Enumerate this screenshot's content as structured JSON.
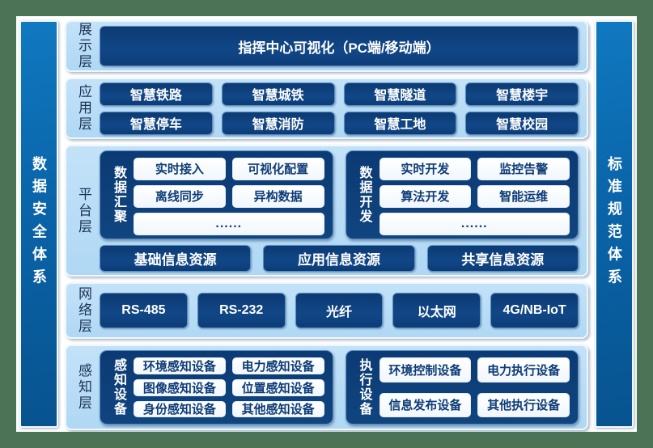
{
  "pillars": {
    "left": "数据安全体系",
    "right": "标准规范体系"
  },
  "layers": {
    "display": {
      "label": "展示层",
      "box": "指挥中心可视化（PC端/移动端）"
    },
    "application": {
      "label": "应用层",
      "items": [
        "智慧铁路",
        "智慧城铁",
        "智慧隧道",
        "智慧楼宇",
        "智慧停车",
        "智慧消防",
        "智慧工地",
        "智慧校园"
      ]
    },
    "platform": {
      "label": "平台层",
      "groups": [
        {
          "label": "数据汇聚",
          "items": [
            "实时接入",
            "可视化配置",
            "离线同步",
            "异构数据"
          ],
          "more": "......"
        },
        {
          "label": "数据开发",
          "items": [
            "实时开发",
            "监控告警",
            "算法开发",
            "智能运维"
          ],
          "more": "......"
        }
      ],
      "resources": [
        "基础信息资源",
        "应用信息资源",
        "共享信息资源"
      ]
    },
    "network": {
      "label": "网络层",
      "items": [
        "RS-485",
        "RS-232",
        "光纤",
        "以太网",
        "4G/NB-IoT"
      ]
    },
    "perception": {
      "label": "感知层",
      "groups": [
        {
          "label": "感知设备",
          "items": [
            "环境感知设备",
            "电力感知设备",
            "图像感知设备",
            "位置感知设备",
            "身份感知设备",
            "其他感知设备"
          ]
        },
        {
          "label": "执行设备",
          "items": [
            "环境控制设备",
            "电力执行设备",
            "信息发布设备",
            "其他执行设备"
          ]
        }
      ]
    }
  },
  "colors": {
    "frame_green": "#4d7356",
    "panel_blue": "#b5dbf6",
    "box_navy": "#0d3e7c",
    "pillar_blue": "#0a64a9",
    "text_navy": "#0e3c77"
  }
}
